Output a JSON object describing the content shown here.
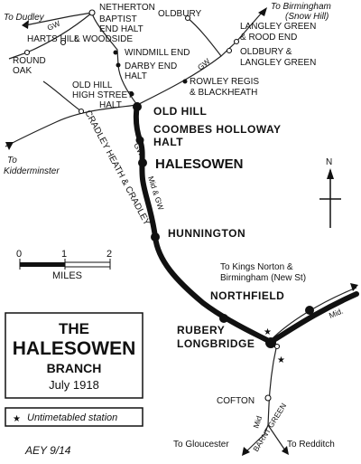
{
  "title": {
    "line1": "THE",
    "line2": "HALESOWEN",
    "line3": "BRANCH",
    "date": "July 1918"
  },
  "legend": {
    "symbol": "★",
    "text": "Untimetabled station"
  },
  "reference": "AEY 9/14",
  "north": "N",
  "scale": {
    "ticks": [
      "0",
      "1",
      "2"
    ],
    "unit": "MILES"
  },
  "stations": {
    "old_hill": "OLD HILL",
    "coombes_1": "COOMBES HOLLOWAY",
    "coombes_2": "HALT",
    "halesowen": "HALESOWEN",
    "hunnington": "HUNNINGTON",
    "northfield": "NORTHFIELD",
    "rubery": "RUBERY",
    "longbridge": "LONGBRIDGE",
    "cofton": "COFTON",
    "netherton": "NETHERTON",
    "baptist_1": "BAPTIST",
    "baptist_2": "END HALT",
    "harts_1": "HARTS HILL",
    "harts_2": "& WOODSIDE",
    "round_1": "ROUND",
    "round_2": "OAK",
    "windmill": "WINDMILL END",
    "darby_1": "DARBY END",
    "darby_2": "HALT",
    "ohhs_1": "OLD HILL",
    "ohhs_2": "HIGH STREET",
    "ohhs_3": "HALT",
    "oldbury": "OLDBURY",
    "langley_1": "LANGLEY GREEN",
    "langley_2": "& ROOD END",
    "oldbury_lg_1": "OLDBURY &",
    "oldbury_lg_2": "LANGLEY GREEN",
    "rowley_1": "ROWLEY REGIS",
    "rowley_2": "& BLACKHEATH",
    "cradley": "CRADLEY HEATH & CRADLEY"
  },
  "destinations": {
    "dudley": "To Dudley",
    "birmingham_1": "To Birmingham",
    "birmingham_2": "(Snow Hill)",
    "kidderminster_1": "To",
    "kidderminster_2": "Kidderminster",
    "kings_norton_1": "To Kings Norton &",
    "kings_norton_2": "Birmingham (New St)",
    "gloucester": "To Gloucester",
    "redditch": "To Redditch",
    "barnt_green": "BARNT GREEN"
  },
  "companies": {
    "gw_nw": "GW",
    "gw_ne": "GW",
    "gw_branch": "GW",
    "mid_gw": "Mid & GW",
    "mid_east": "Mid.",
    "mid_south": "Mid"
  }
}
